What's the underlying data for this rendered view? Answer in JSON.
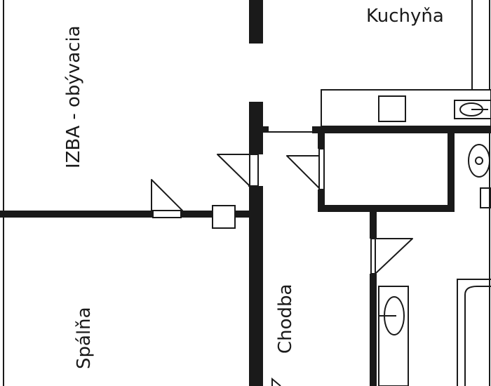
{
  "rooms": {
    "kitchen": "Kuchyňa",
    "living": "IZBA - obývacia",
    "bedroom": "Spálňa",
    "hallway": "Chodba"
  },
  "colors": {
    "wall": "#1a1a1a",
    "background": "#ffffff"
  }
}
